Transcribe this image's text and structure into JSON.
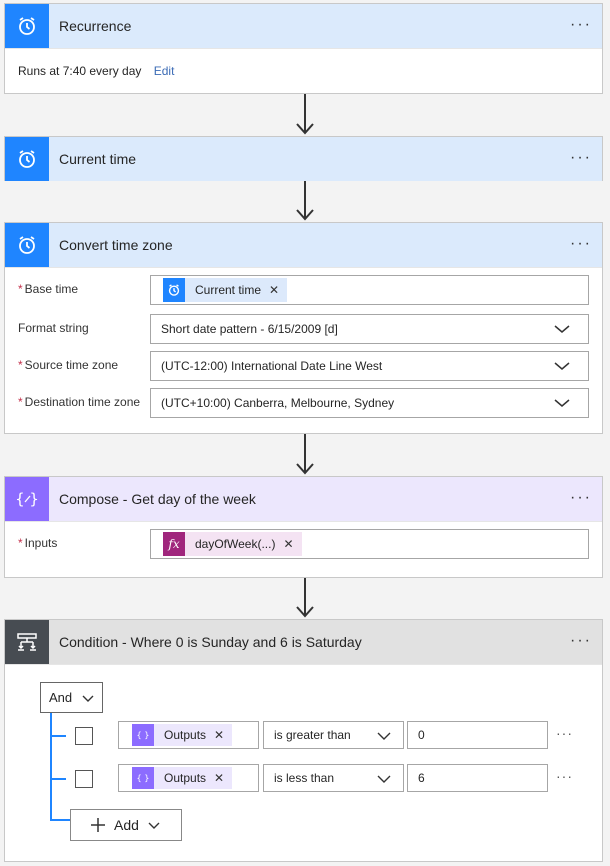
{
  "recurrence": {
    "title": "Recurrence",
    "summary": "Runs at 7:40 every day",
    "edit_label": "Edit"
  },
  "current_time": {
    "title": "Current time"
  },
  "convert": {
    "title": "Convert time zone",
    "base_time_label": "Base time",
    "base_time_token": "Current time",
    "format_label": "Format string",
    "format_value": "Short date pattern - 6/15/2009 [d]",
    "source_label": "Source time zone",
    "source_value": "(UTC-12:00) International Date Line West",
    "dest_label": "Destination time zone",
    "dest_value": "(UTC+10:00) Canberra, Melbourne, Sydney"
  },
  "compose": {
    "title": "Compose - Get day of the week",
    "inputs_label": "Inputs",
    "inputs_token": "dayOfWeek(...)"
  },
  "condition": {
    "title": "Condition - Where 0 is Sunday and 6 is Saturday",
    "group_operator": "And",
    "rows": [
      {
        "token": "Outputs",
        "operator": "is greater than",
        "value": "0"
      },
      {
        "token": "Outputs",
        "operator": "is less than",
        "value": "6"
      }
    ],
    "add_label": "Add"
  },
  "more_label": "···",
  "colors": {
    "accent": "#1f85ff",
    "compose": "#8c6cff",
    "condition": "#474c52",
    "required": "#c4314b"
  }
}
